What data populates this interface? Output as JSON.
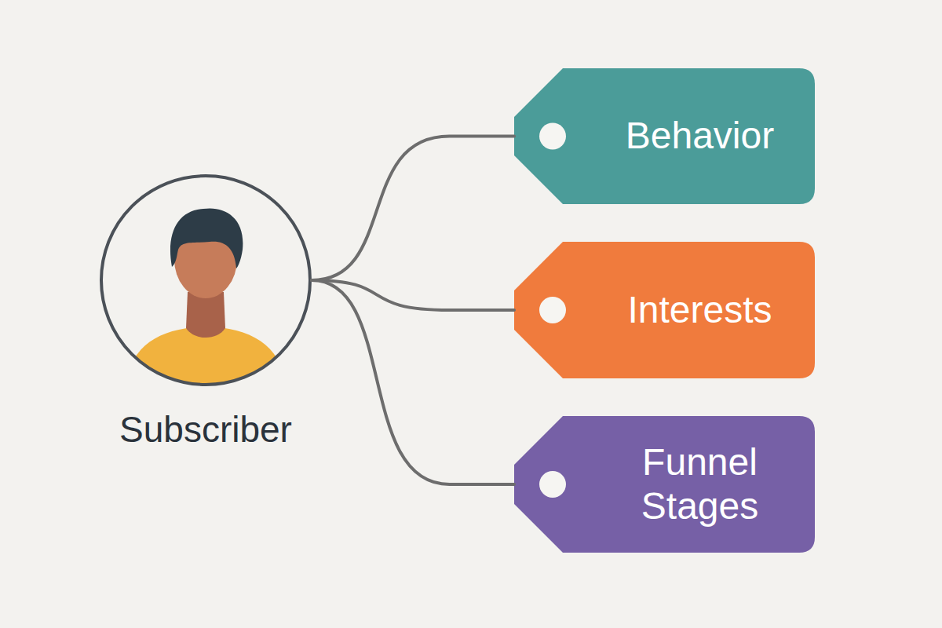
{
  "diagram": {
    "nodes": [
      {
        "text": [
          "Subscriber"
        ]
      },
      {
        "text": [
          "Behavior"
        ]
      },
      {
        "text": [
          "Interests"
        ]
      },
      {
        "text": [
          "Funnel Stages"
        ]
      }
    ],
    "edges": [
      {
        "from": 0,
        "to": 1,
        "arrow": "none"
      },
      {
        "from": 0,
        "to": 2,
        "arrow": "none"
      },
      {
        "from": 0,
        "to": 3,
        "arrow": "none"
      }
    ]
  }
}
